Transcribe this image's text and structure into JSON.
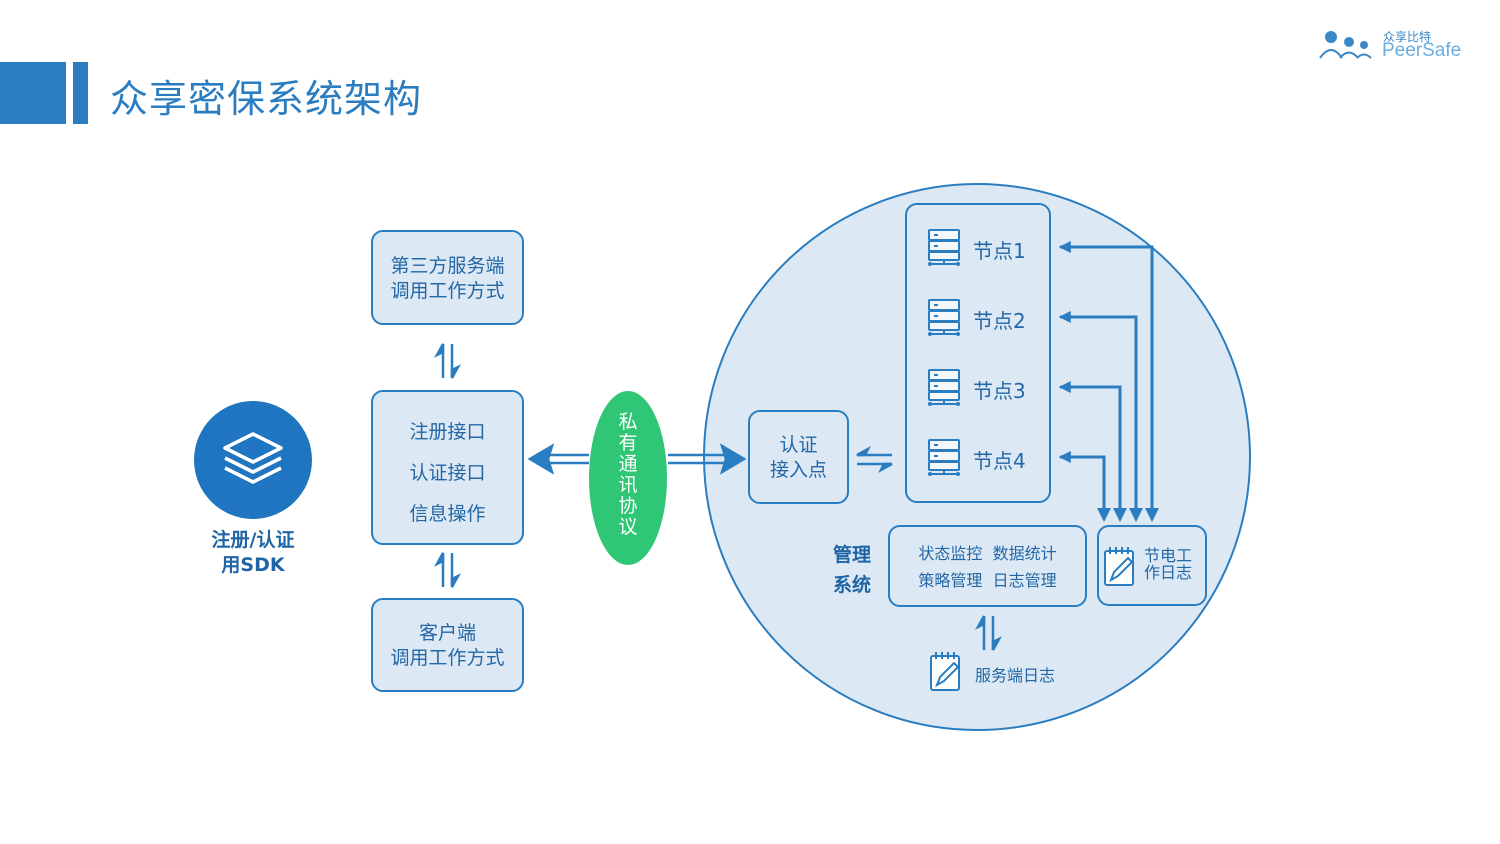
{
  "title": "众享密保系统架构",
  "logo": {
    "cn": "众享比特",
    "en": "PeerSafe"
  },
  "sdk": {
    "line1": "注册/认证",
    "line2": "用SDK"
  },
  "third_party_box": {
    "line1": "第三方服务端",
    "line2": "调用工作方式"
  },
  "interface_box": {
    "line1": "注册接口",
    "line2": "认证接口",
    "line3": "信息操作"
  },
  "client_box": {
    "line1": "客户端",
    "line2": "调用工作方式"
  },
  "protocol": {
    "label": "私有通讯协议"
  },
  "auth_box": {
    "line1": "认证",
    "line2": "接入点"
  },
  "nodes": [
    {
      "label": "节点1"
    },
    {
      "label": "节点2"
    },
    {
      "label": "节点3"
    },
    {
      "label": "节点4"
    }
  ],
  "management": {
    "label_line1": "管理",
    "label_line2": "系统",
    "row1a": "状态监控",
    "row1b": "数据统计",
    "row2a": "策略管理",
    "row2b": "日志管理"
  },
  "node_log": {
    "line1": "节电工",
    "line2": "作日志"
  },
  "server_log": {
    "label": "服务端日志"
  },
  "colors": {
    "primary": "#2a7dc0",
    "fill": "#dce9f5",
    "protocol": "#2fc675",
    "sdk": "#1f75c0"
  }
}
